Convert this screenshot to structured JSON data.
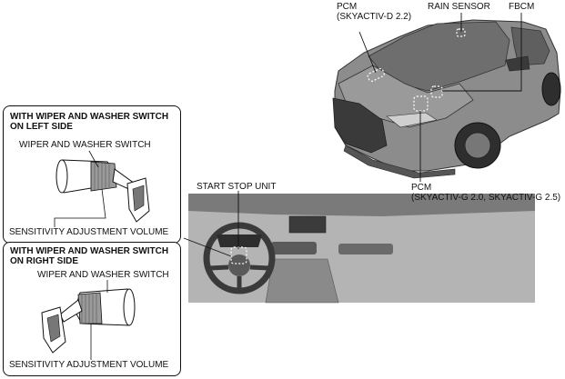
{
  "labels": {
    "pcm_diesel_line1": "PCM",
    "pcm_diesel_line2": "(SKYACTIV-D 2.2)",
    "rain_sensor": "RAIN SENSOR",
    "fbcm": "FBCM",
    "pcm_gas_line1": "PCM",
    "pcm_gas_line2": "(SKYACTIV-G 2.0, SKYACTIV-G 2.5)",
    "start_stop_unit": "START STOP UNIT"
  },
  "left_side_panel": {
    "header_line1": "WITH WIPER AND WASHER SWITCH",
    "header_line2": "ON LEFT SIDE",
    "switch_label": "WIPER AND WASHER SWITCH",
    "volume_label": "SENSITIVITY ADJUSTMENT VOLUME"
  },
  "right_side_panel": {
    "header_line1": "WITH WIPER AND WASHER SWITCH",
    "header_line2": "ON RIGHT SIDE",
    "switch_label": "WIPER AND WASHER SWITCH",
    "volume_label": "SENSITIVITY ADJUSTMENT VOLUME"
  },
  "colors": {
    "line": "#111111",
    "car_body": "#8c8c8c",
    "car_dark": "#3a3a3a",
    "glass": "#6e6e6e",
    "dash": "#a8a8a8",
    "dash_dark": "#555555"
  }
}
